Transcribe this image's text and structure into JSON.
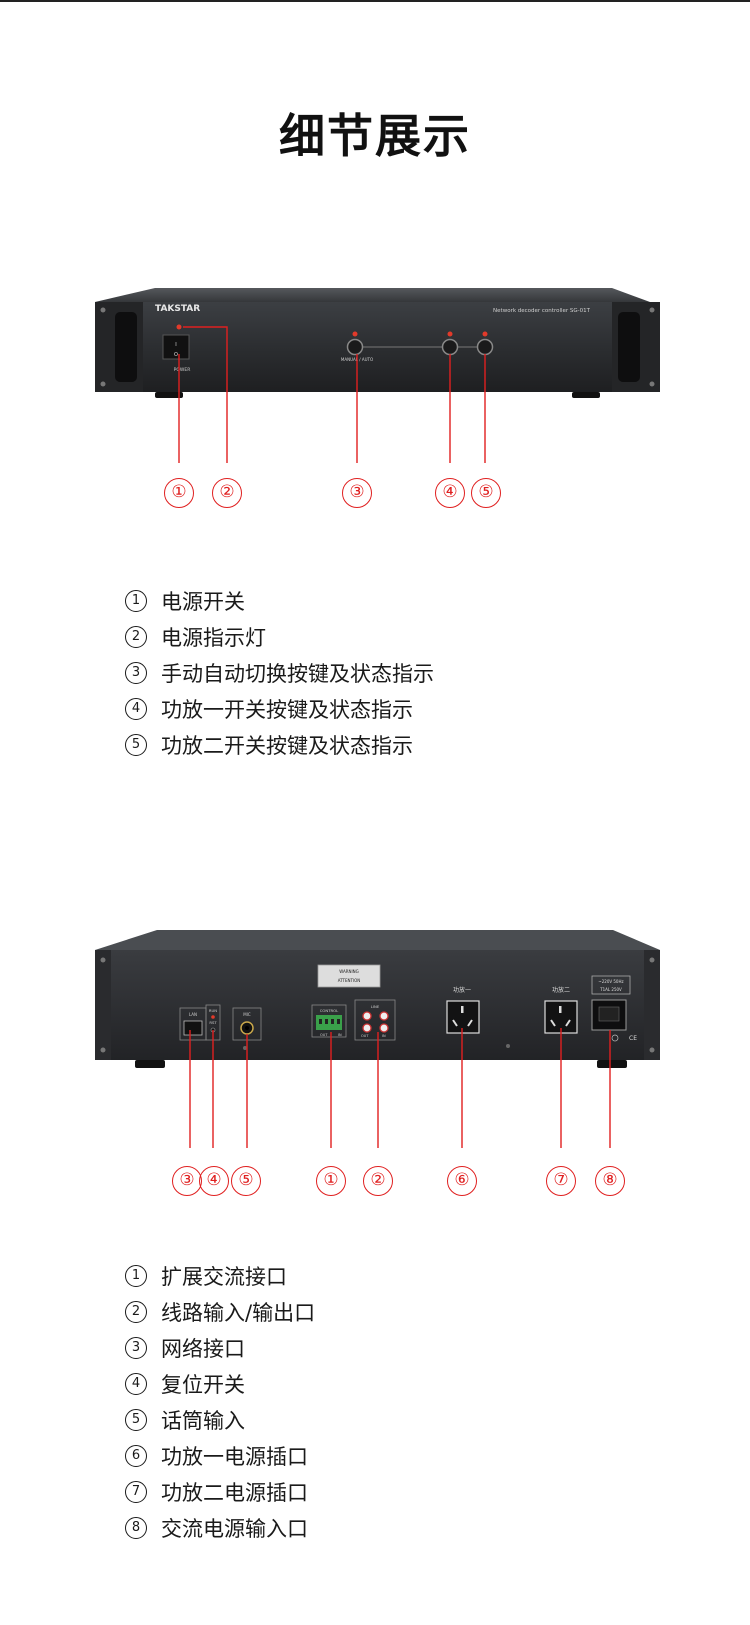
{
  "title": "细节展示",
  "front_panel": {
    "brand": "TAKSTAR",
    "model": "Network decoder controller  SG-01T",
    "power_label": "POWER",
    "manual_auto_label": "MANUAL / AUTO",
    "callouts": [
      "①",
      "②",
      "③",
      "④",
      "⑤"
    ],
    "legend": [
      {
        "num": "1",
        "text": "电源开关"
      },
      {
        "num": "2",
        "text": "电源指示灯"
      },
      {
        "num": "3",
        "text": "手动自动切换按键及状态指示"
      },
      {
        "num": "4",
        "text": "功放一开关按键及状态指示"
      },
      {
        "num": "5",
        "text": "功放二开关按键及状态指示"
      }
    ]
  },
  "rear_panel": {
    "lan_label": "LAN",
    "run_label": "RUN",
    "rst_label": "RST",
    "mic_label": "MIC",
    "control_label": "CONTROL",
    "line_label": "LINE",
    "out_label": "OUT",
    "in_label": "IN",
    "amp1_label": "功放一",
    "amp2_label": "功放二",
    "power_rating_1": "~220V 50Hz",
    "power_rating_2": "T1AL 250V",
    "warning_label": "WARNING",
    "attention_label": "ATTENTION",
    "callouts": [
      "③",
      "④",
      "⑤",
      "①",
      "②",
      "⑥",
      "⑦",
      "⑧"
    ],
    "legend": [
      {
        "num": "1",
        "text": "扩展交流接口"
      },
      {
        "num": "2",
        "text": "线路输入/输出口"
      },
      {
        "num": "3",
        "text": "网络接口"
      },
      {
        "num": "4",
        "text": "复位开关"
      },
      {
        "num": "5",
        "text": "话筒输入"
      },
      {
        "num": "6",
        "text": "功放一电源插口"
      },
      {
        "num": "7",
        "text": "功放二电源插口"
      },
      {
        "num": "8",
        "text": "交流电源输入口"
      }
    ]
  },
  "colors": {
    "callout": "#e02020",
    "chassis": "#2b2d30",
    "text": "#1a1a1a"
  }
}
